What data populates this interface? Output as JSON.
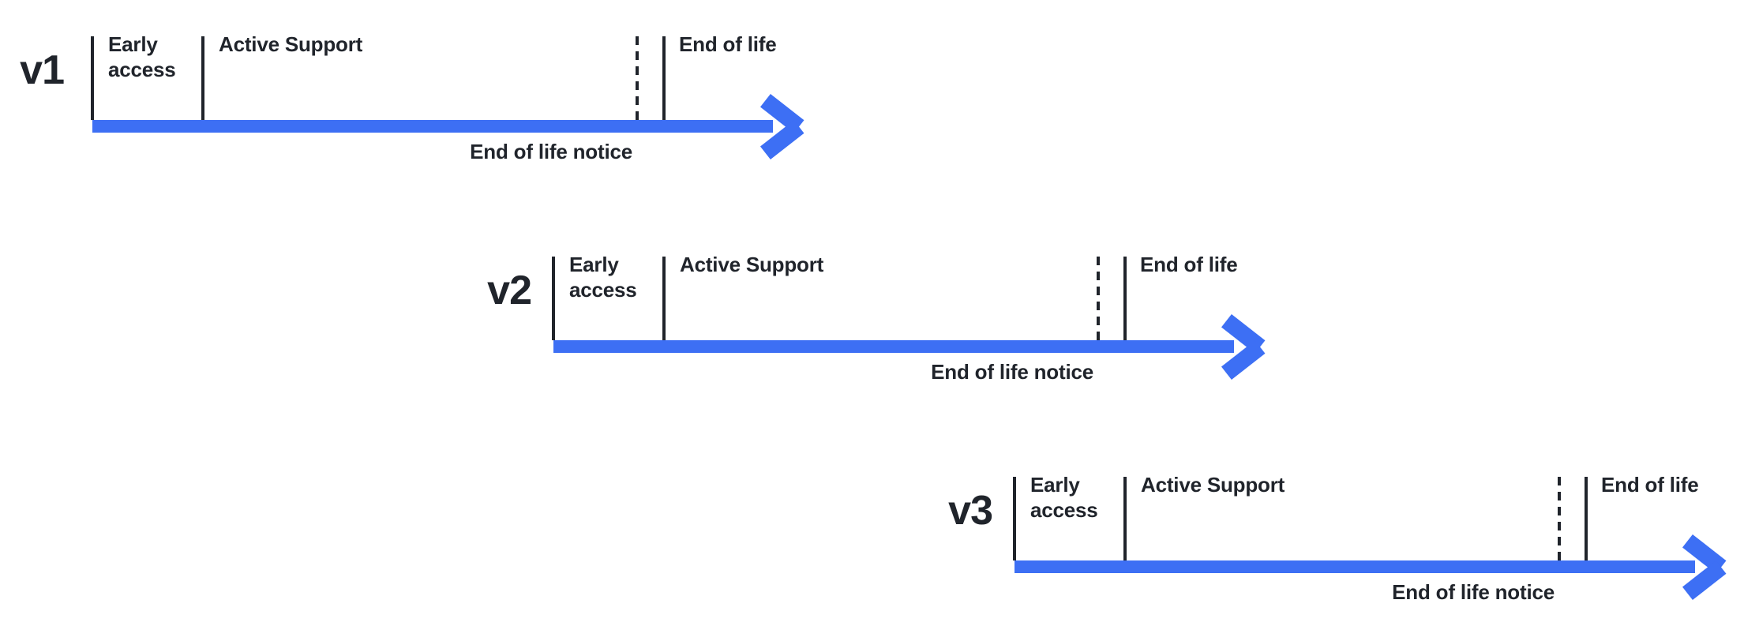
{
  "colors": {
    "accent": "#3D6FF4",
    "ink": "#20242B"
  },
  "timelines": [
    {
      "version": "v1",
      "phases": {
        "early_access": "Early access",
        "active_support": "Active Support",
        "end_of_life": "End of life"
      },
      "notice": "End of life notice"
    },
    {
      "version": "v2",
      "phases": {
        "early_access": "Early access",
        "active_support": "Active Support",
        "end_of_life": "End of life"
      },
      "notice": "End of life notice"
    },
    {
      "version": "v3",
      "phases": {
        "early_access": "Early access",
        "active_support": "Active Support",
        "end_of_life": "End of life"
      },
      "notice": "End of life notice"
    }
  ]
}
